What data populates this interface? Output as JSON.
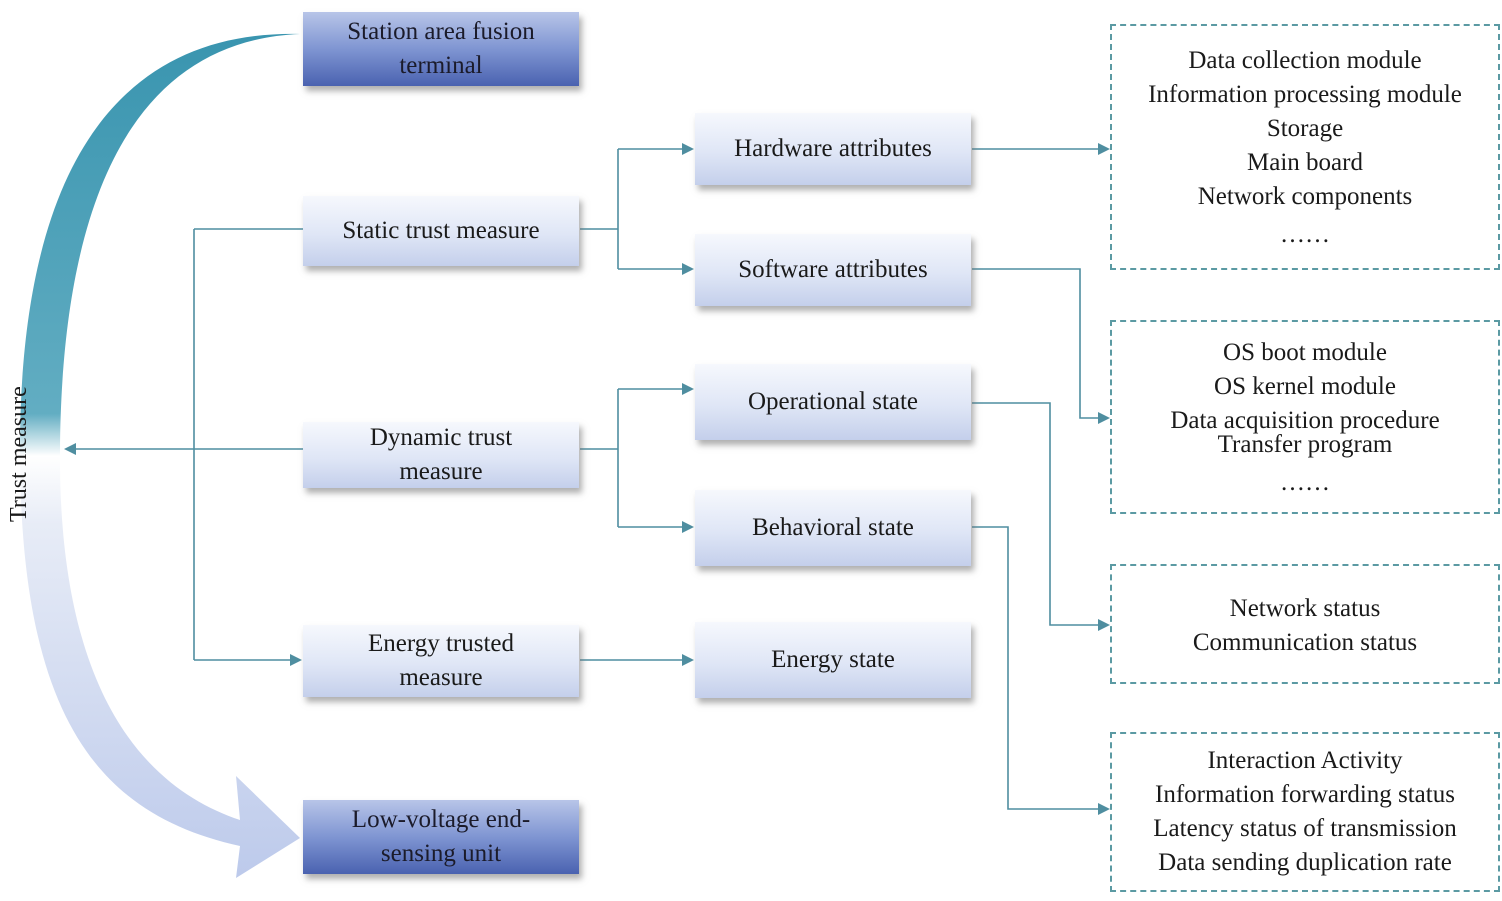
{
  "diagram": {
    "side_label": "Trust measure",
    "top_endpoint": "Station area fusion\nterminal",
    "bottom_endpoint": "Low-voltage end-\nsensing unit",
    "measures": [
      {
        "label": "Static trust measure"
      },
      {
        "label": "Dynamic trust\nmeasure"
      },
      {
        "label": "Energy trusted\nmeasure"
      }
    ],
    "attributes": [
      {
        "label": "Hardware attributes"
      },
      {
        "label": "Software attributes"
      },
      {
        "label": "Operational state"
      },
      {
        "label": "Behavioral state"
      },
      {
        "label": "Energy state"
      }
    ],
    "details": [
      {
        "lines": [
          "Data collection module",
          "Information processing module",
          "Storage",
          "Main board",
          "Network components",
          "……"
        ]
      },
      {
        "lines": [
          "OS boot module",
          "OS kernel module",
          "Data acquisition procedure",
          "Transfer program",
          "……"
        ]
      },
      {
        "lines": [
          "Network status",
          "Communication status"
        ]
      },
      {
        "lines": [
          "Interaction Activity",
          "Information forwarding status",
          "Latency status of transmission",
          "Data sending duplication rate"
        ]
      }
    ],
    "colors": {
      "connector": "#4f8ea0",
      "detail_border": "#5b9aa3",
      "box_light": "#dfe6f6",
      "box_dark": "#5a72ba",
      "arc_top": "#3a97b0",
      "arc_bottom": "#c9d4ee"
    }
  }
}
